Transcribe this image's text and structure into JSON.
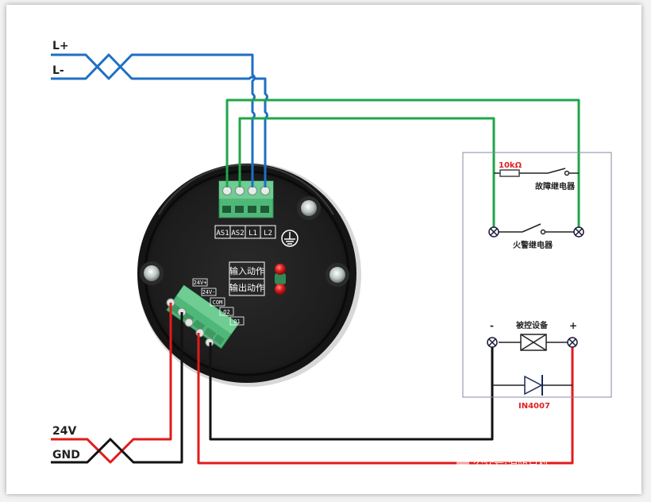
{
  "diagram": {
    "type": "wiring",
    "colors": {
      "bus_wire": "#1f6fc4",
      "relay_wire": "#1fa64a",
      "power_positive": "#e01b1b",
      "power_negative": "#111111",
      "terminal_block": "#4fb879",
      "device_body": "#1e1e1e",
      "led": "#d91e1e"
    },
    "bus_input": {
      "plus_label": "L+",
      "minus_label": "L-"
    },
    "power_input": {
      "positive_label": "24V",
      "negative_label": "GND"
    },
    "device": {
      "top_terminal_labels": [
        "AS1",
        "AS2",
        "L1",
        "L2"
      ],
      "side_terminal_labels": [
        "24V+",
        "24V-",
        "COM",
        "O2",
        "O1"
      ],
      "indicator_labels": [
        "输入动作",
        "输出动作"
      ],
      "ground_symbol": "protective-earth"
    },
    "relay_panel": {
      "resistor_label": "10kΩ",
      "fault_relay_label": "故障继电器",
      "fire_relay_label": "火警继电器"
    },
    "load_panel": {
      "device_label": "被控设备",
      "minus_sign": "-",
      "plus_sign": "+",
      "diode_label": "IN4007"
    },
    "watermark": "公众号·消防百科"
  }
}
